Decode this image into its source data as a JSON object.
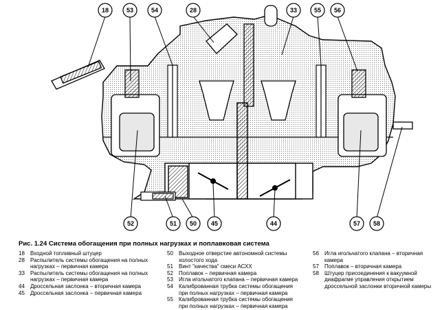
{
  "caption": "Рис. 1.24 Система обогащения при полных нагрузках и поплавковая система",
  "callouts": [
    "18",
    "53",
    "54",
    "28",
    "33",
    "55",
    "56",
    "52",
    "51",
    "50",
    "45",
    "44",
    "57",
    "58"
  ],
  "legend": [
    {
      "num": "18",
      "text": "Входной топливный штуцер"
    },
    {
      "num": "28",
      "text": "Распылитель системы обогащения на полных\nнагрузках – первичная камера"
    },
    {
      "num": "33",
      "text": "Распылитель системы обогащения на полных\nнагрузках – первичная камера"
    },
    {
      "num": "44",
      "text": "Дроссельная заслонка – вторичная камера"
    },
    {
      "num": "45",
      "text": "Дроссельная заслонка – первичная камера"
    },
    {
      "num": "50",
      "text": "Выходное отверстие автономной системы\nхолостого хода"
    },
    {
      "num": "51",
      "text": "Винт \"качества\" смеси АСХХ"
    },
    {
      "num": "52",
      "text": "Поплавок – первичная камера"
    },
    {
      "num": "53",
      "text": "Игла игольчатого клапана – первичная камера"
    },
    {
      "num": "54",
      "text": "Калиброванная трубка системы обогащения\nпри полных нагрузках – первичная камера"
    },
    {
      "num": "55",
      "text": "Калиброванная трубка системы обогащения\nпри полных нагрузках – первичная камера"
    },
    {
      "num": "56",
      "text": "Игла игольчатого клапана – вторичная\nкамера"
    },
    {
      "num": "57",
      "text": "Поплавок – вторичная камера"
    },
    {
      "num": "58",
      "text": "Штуцер присоединения к вакуумной\nдиафрагме управления открытием\nдроссельной заслонки вторичной камеры"
    }
  ]
}
